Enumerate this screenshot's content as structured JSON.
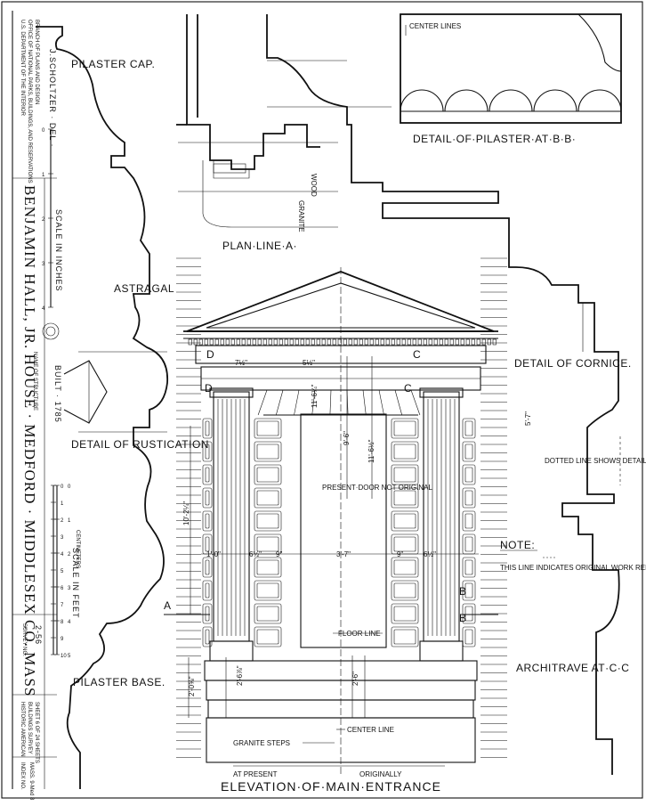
{
  "title_block": {
    "project_title": "BENJAMIN HALL, JR. HOUSE · MEDFORD · MIDDLESEX CO. MASS",
    "agency_line1": "U.S. DEPARTMENT OF THE INTERIOR",
    "agency_line2": "OFFICE OF NATIONAL PARKS, BUILDINGS, AND RESERVATIONS",
    "agency_line3": "BRANCH OF PLANS AND DESIGN",
    "delineator": "J.SCHOLTZER · DEL ·",
    "name_of_structure_label": "NAME OF STRUCTURE",
    "built": "BUILT · 1785",
    "scale_inches": "SCALE IN INCHES",
    "scale_centimeters": "CENTIMETERS",
    "scale_feet": "SCALE IN FEET",
    "survey_no_label": "SURVEY NO.",
    "survey_no": "2-56",
    "habs_line1": "HISTORIC AMERICAN",
    "habs_line2": "BUILDINGS SURVEY",
    "sheet_of": "SHEET 6 OF 24 SHEETS",
    "index_no_label": "INDEX NO.",
    "index_no": "MASS. 9-Med 8",
    "inch_ticks": [
      "0",
      "1",
      "2",
      "3",
      "4"
    ],
    "cm_ticks": [
      "0",
      "1",
      "2",
      "3",
      "4",
      "5",
      "6",
      "7",
      "8",
      "9",
      "10"
    ],
    "feet_ticks": [
      "0",
      "1",
      "2",
      "3",
      "4",
      "5"
    ]
  },
  "labels": {
    "pilaster_cap": "PILASTER CAP.",
    "plan_line_a": "PLAN·LINE·A·",
    "center_lines": "CENTER LINES",
    "detail_pilaster_bb": "DETAIL·OF·PILASTER·AT·B·B·",
    "astragal": "ASTRAGAL",
    "detail_rustication": "DETAIL OF RUSTICATION",
    "detail_cornice": "DETAIL OF CORNICE.",
    "dotted_line_note": "DOTTED LINE SHOWS DETAIL AT D·D",
    "present_door": "PRESENT·DOOR NOT ORIGINAL",
    "note_title": "NOTE:",
    "note_text": "THIS LINE INDICATES ORIGINAL WORK REMOVED.",
    "floor_line": "FLOOR LINE",
    "center_line": "CENTER LINE",
    "granite_steps": "GRANITE STEPS",
    "at_present": "AT PRESENT",
    "originally": "ORIGINALLY",
    "elevation_title": "ELEVATION·OF·MAIN·ENTRANCE",
    "pilaster_base": "PILASTER BASE.",
    "architrave": "ARCHITRAVE AT·C·C",
    "wood": "WOOD",
    "granite": "GRANITE",
    "section_a": "A",
    "section_b": "B",
    "section_c": "C",
    "section_d": "D"
  },
  "dimensions": {
    "d1": "1'-0\"",
    "d2": "9'-6\"",
    "d3": "11'-6¼\"",
    "d4": "11'-6½\"",
    "d5": "10'-2¼\"",
    "d6": "3'-7\"",
    "d7": "9\"",
    "d8": "6½\"",
    "d9": "5'-7\"",
    "d10": "2'-0⅝\"",
    "d11": "2'-6⅞\"",
    "d12": "2'-6\"",
    "d13": "7½\"",
    "d14": "5½\""
  },
  "colors": {
    "ink": "#111111",
    "paper": "#ffffff"
  }
}
